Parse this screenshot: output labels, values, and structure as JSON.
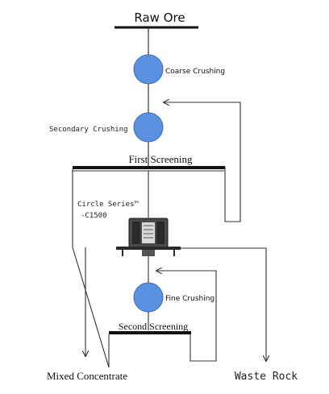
{
  "diagram": {
    "title": "Raw Ore",
    "stages": {
      "coarse_crushing": "Coarse Crushing",
      "secondary_crushing": "Secondary Crushing",
      "first_screening": "First Screening",
      "equipment_name": "Circle Series™",
      "equipment_model": "-C1500",
      "fine_crushing": "Fine Crushing",
      "second_screening": "Second Screening"
    },
    "outputs": {
      "mixed_concentrate": "Mixed Concentrate",
      "waste_rock": "Waste Rock"
    },
    "colors": {
      "crusher_fill": "#5b8fe0",
      "crusher_stroke": "#3a6cc4",
      "line": "#333333",
      "bar": "#111111"
    }
  }
}
